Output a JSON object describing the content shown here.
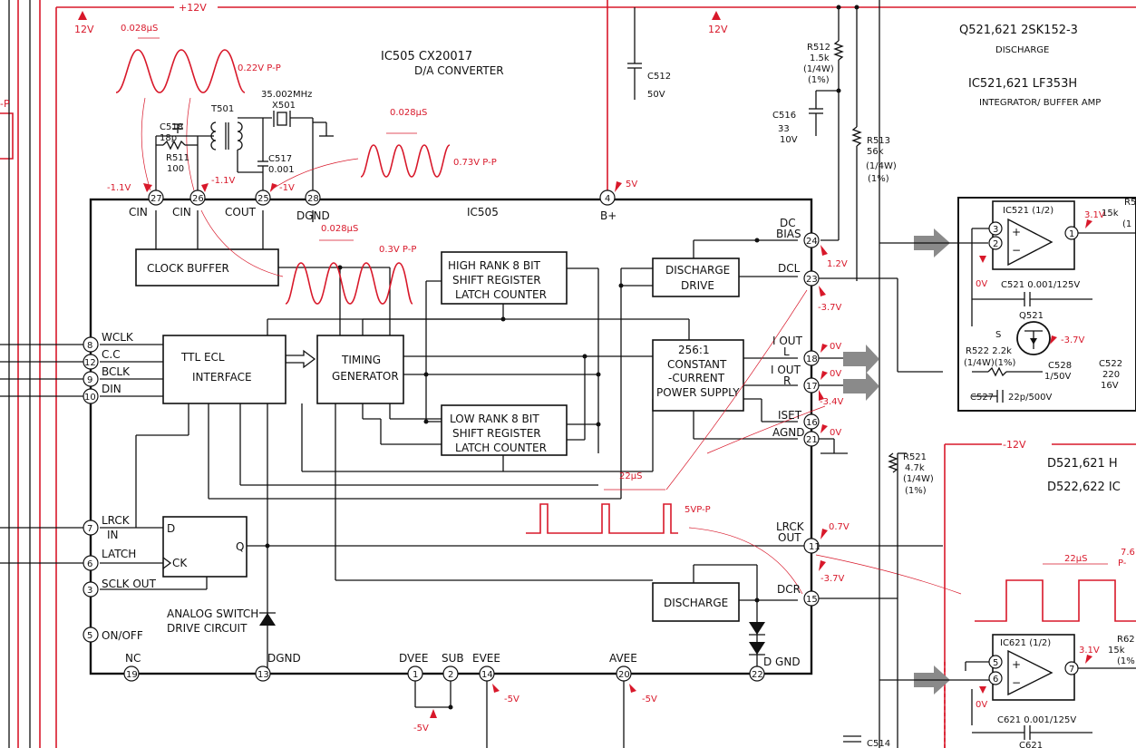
{
  "title": {
    "part": "IC505  CX20017",
    "function": "D/A CONVERTER",
    "chip_label": "IC505"
  },
  "rails": {
    "supply": "+12V",
    "supply_neg": "-12V",
    "v12_left": "12V",
    "v12_right": "12V",
    "b_plus": "5V"
  },
  "waveforms": {
    "xtal_period": "0.028μS",
    "xtal_amp": "0.22V P-P",
    "cout_period": "0.028μS",
    "cout_amp": "0.73V P-P",
    "clk_period": "0.028μS",
    "clk_amp": "0.3V P-P",
    "lrck_period": "22μS",
    "lrck_amp": "5VP-P",
    "right_period": "22μS",
    "right_amp_a": "7.6",
    "right_amp_b": "P-",
    "left_edge": "-P"
  },
  "voltages": {
    "cin27": "-1.1V",
    "cin26": "-1.1V",
    "cout25": "-1V",
    "dcbias": "1.2V",
    "dcl": "-3.7V",
    "ioutl": "0V",
    "ioutr": "0V",
    "iset": "-3.4V",
    "agnd": "0V",
    "lrckout": "0.7V",
    "dcr": "-3.7V",
    "evee": "-5V",
    "avee": "-5V",
    "dvee": "-5V",
    "ic521_out": "3.1V",
    "ic521_in": "0V",
    "q521": "-3.7V",
    "ic621_out": "3.1V",
    "ic621_in": "0V"
  },
  "components": {
    "c518": "C518",
    "c518v": "18p",
    "r511": "R511",
    "r511v": "100",
    "t501": "T501",
    "x501f": "35.002MHz",
    "x501": "X501",
    "c517": "C517",
    "c517v": "0.001",
    "c512": "C512",
    "c512v": "50V",
    "r512": "R512",
    "r512v": "1.5k",
    "r512w": "(1/4W)",
    "r512t": "(1%)",
    "c516": "C516",
    "c516v": "33",
    "c516w": "10V",
    "r513": "R513",
    "r513v": "56k",
    "r513w": "(1/4W)",
    "r513t": "(1%)",
    "r521": "R521",
    "r521v": "4.7k",
    "r521w": "(1/4W)",
    "r521t": "(1%)",
    "c514": "C514"
  },
  "blocks": {
    "clock_buffer": "CLOCK  BUFFER",
    "ttl_ecl_1": "TTL ECL",
    "ttl_ecl_2": "INTERFACE",
    "timing_1": "TIMING",
    "timing_2": "GENERATOR",
    "high_1": "HIGH RANK 8 BIT",
    "high_2": "SHIFT REGISTER",
    "high_3": "LATCH COUNTER",
    "low_1": "LOW RANK 8 BIT",
    "low_2": "SHIFT REGISTER",
    "low_3": "LATCH COUNTER",
    "dd_1": "DISCHARGE",
    "dd_2": "DRIVE",
    "ps_1": "256:1",
    "ps_2": "CONSTANT",
    "ps_3": "-CURRENT",
    "ps_4": "POWER SUPPLY",
    "discharge": "DISCHARGE",
    "ff_d": "D",
    "ff_ck": "CK",
    "ff_q": "Q",
    "asw_1": "ANALOG SWITCH",
    "asw_2": "DRIVE CIRCUIT"
  },
  "pins": {
    "p27": "27",
    "p26": "26",
    "p25": "25",
    "p28": "28",
    "p4": "4",
    "p8": "8",
    "p12": "12",
    "p9": "9",
    "p10": "10",
    "p7": "7",
    "p6": "6",
    "p3": "3",
    "p5": "5",
    "p19": "19",
    "p13": "13",
    "p1": "1",
    "p2": "2",
    "p14": "14",
    "p20": "20",
    "p22": "22",
    "p24": "24",
    "p23": "23",
    "p18": "18",
    "p17": "17",
    "p16": "16",
    "p21": "21",
    "p11": "11",
    "p15": "15"
  },
  "pin_labels": {
    "cin27": "CIN",
    "cin26": "CIN",
    "cout": "COUT",
    "dgnd_top": "DGND",
    "bplus": "B+",
    "wclk": "WCLK",
    "cc": "C.C",
    "bclk": "BCLK",
    "din": "DIN",
    "lrck_in_1": "LRCK",
    "lrck_in_2": "IN",
    "latch": "LATCH",
    "sclk": "SCLK OUT",
    "onoff": "ON/OFF",
    "nc": "NC",
    "dgnd_bot": "DGND",
    "dvee": "DVEE",
    "sub": "SUB",
    "evee": "EVEE",
    "avee": "AVEE",
    "dgnd22": "D GND",
    "dc": "DC",
    "bias": "BIAS",
    "dcl": "DCL",
    "iout1": "I OUT",
    "l": "L",
    "iout2": "I OUT",
    "rr": "R",
    "iset": "ISET",
    "agnd": "AGND",
    "lrck_out_1": "LRCK",
    "lrck_out_2": "OUT",
    "dcr": "DCR"
  },
  "right_panel": {
    "q521": "Q521,621  2SK152-3",
    "q521_desc": "DISCHARGE",
    "ic521": "IC521,621  LF353H",
    "ic521_desc": "INTEGRATOR/ BUFFER AMP",
    "ic521_u": "IC521 (1/2)",
    "p3": "3",
    "p2": "2",
    "p1": "1",
    "r5_a": "R5",
    "r5_b": "15k",
    "r5_c": "(1",
    "c521": "C521  0.001/125V",
    "q521_u": "Q521",
    "s": "S",
    "r522": "R522 2.2k",
    "r522w": "(1/4W)(1%)",
    "c528": "C528",
    "c528v": "1/50V",
    "c522": "C522",
    "c522v": "220",
    "c522w": "16V",
    "c527": "C527",
    "c527v": "22p/500V",
    "d521": "D521,621  H",
    "d522": "D522,622  IC",
    "ic621_u": "IC621 (1/2)",
    "p5": "5",
    "p6": "6",
    "p7": "7",
    "r62_a": "R62",
    "r62_b": "15k",
    "r62_c": "(1%",
    "c621": "C621  0.001/125V",
    "c621b": "C621"
  }
}
